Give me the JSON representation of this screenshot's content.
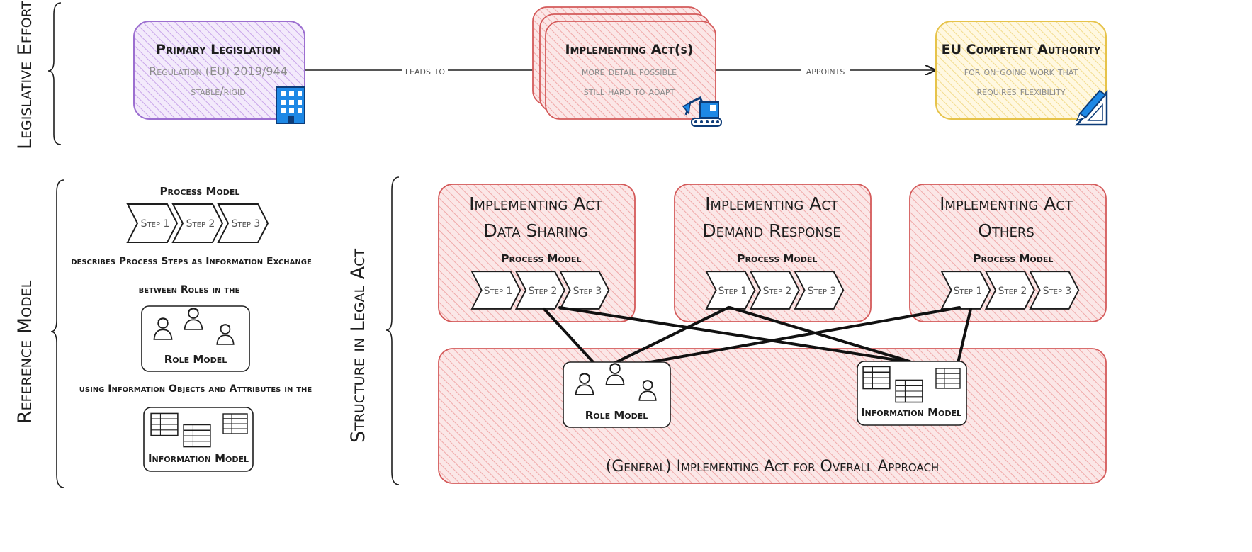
{
  "sections": {
    "legislative_effort": "Legislative Effort",
    "reference_model": "Reference Model",
    "structure_in_legal_act": "Structure in Legal Act"
  },
  "top_flow": {
    "primary": {
      "title": "Primary Legislation",
      "line1": "Regulation (EU) 2019/944",
      "line2": "stable/rigid",
      "icon": "office-building-icon",
      "fill": "#d7b8f0",
      "stroke": "#9c6fd0"
    },
    "implementing": {
      "title": "Implementing Act(s)",
      "line1": "more detail possible",
      "line2": "still hard to adapt",
      "icon": "excavator-icon",
      "fill": "#f3b3b3",
      "stroke": "#d45a5a"
    },
    "authority": {
      "title": "EU Competent Authority",
      "line1": "for on-going work that",
      "line2": "requires flexibility",
      "icon": "ruler-pencil-icon",
      "fill": "#fbe6a0",
      "stroke": "#e6c34a"
    },
    "arrow1_label": "leads to",
    "arrow2_label": "appoints"
  },
  "reference": {
    "process_model_title": "Process Model",
    "steps": [
      "Step 1",
      "Step 2",
      "Step 3"
    ],
    "describes": "describes Process Steps as Information Exchange",
    "between": "between Roles in the",
    "role_model": "Role Model",
    "using": "using Information Objects and Attributes in the",
    "information_model": "Information Model"
  },
  "acts": [
    {
      "title1": "Implementing Act",
      "title2": "Data Sharing",
      "process_model": "Process Model",
      "steps": [
        "Step 1",
        "Step 2",
        "Step 3"
      ]
    },
    {
      "title1": "Implementing Act",
      "title2": "Demand Response",
      "process_model": "Process Model",
      "steps": [
        "Step 1",
        "Step 2",
        "Step 3"
      ]
    },
    {
      "title1": "Implementing Act",
      "title2": "Others",
      "process_model": "Process Model",
      "steps": [
        "Step 1",
        "Step 2",
        "Step 3"
      ]
    }
  ],
  "general": {
    "label": "(General) Implementing Act for Overall Approach",
    "role_model": "Role Model",
    "information_model": "Information Model"
  },
  "colors": {
    "red_fill": "#f6c9c9",
    "red_stroke": "#d45a5a",
    "ink": "#1e1e1e"
  }
}
